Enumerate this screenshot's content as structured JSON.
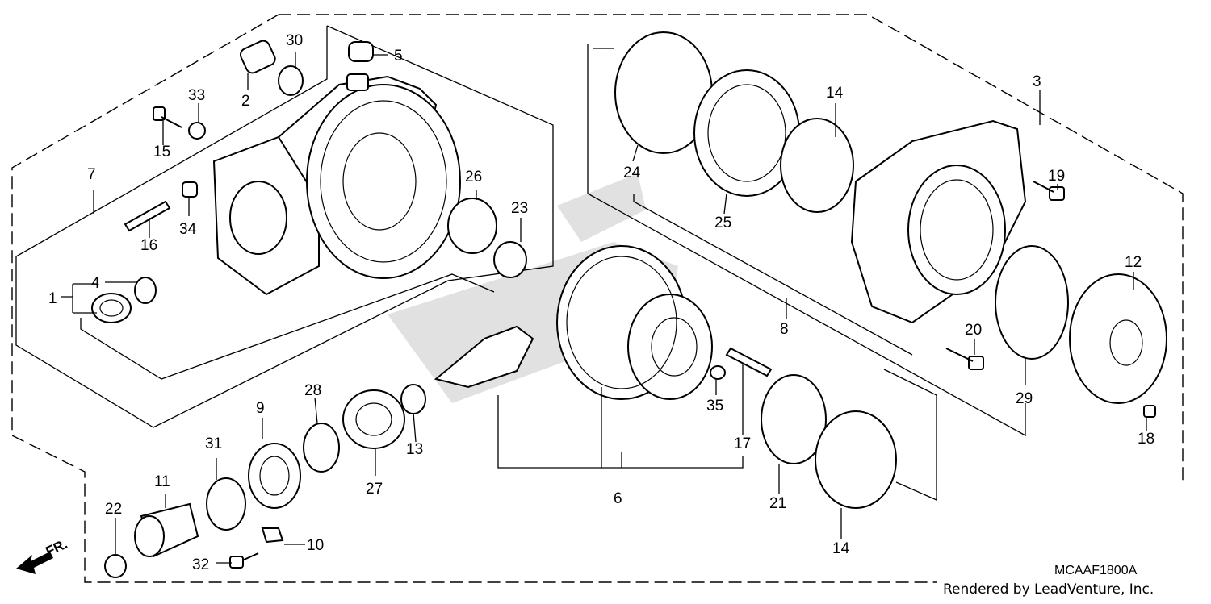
{
  "diagram": {
    "drawing_code": "MCAAF1800A",
    "credit": "Rendered by LeadVenture, Inc.",
    "front_marker": "FR.",
    "callouts": [
      {
        "id": "c1",
        "num": "1"
      },
      {
        "id": "c2",
        "num": "2"
      },
      {
        "id": "c3",
        "num": "3"
      },
      {
        "id": "c4",
        "num": "4"
      },
      {
        "id": "c5",
        "num": "5"
      },
      {
        "id": "c6",
        "num": "6"
      },
      {
        "id": "c7",
        "num": "7"
      },
      {
        "id": "c8",
        "num": "8"
      },
      {
        "id": "c9",
        "num": "9"
      },
      {
        "id": "c10",
        "num": "10"
      },
      {
        "id": "c11",
        "num": "11"
      },
      {
        "id": "c12",
        "num": "12"
      },
      {
        "id": "c13",
        "num": "13"
      },
      {
        "id": "c14a",
        "num": "14"
      },
      {
        "id": "c14b",
        "num": "14"
      },
      {
        "id": "c14c",
        "num": "14"
      },
      {
        "id": "c15",
        "num": "15"
      },
      {
        "id": "c16",
        "num": "16"
      },
      {
        "id": "c17",
        "num": "17"
      },
      {
        "id": "c18",
        "num": "18"
      },
      {
        "id": "c19",
        "num": "19"
      },
      {
        "id": "c20",
        "num": "20"
      },
      {
        "id": "c21",
        "num": "21"
      },
      {
        "id": "c22",
        "num": "22"
      },
      {
        "id": "c23",
        "num": "23"
      },
      {
        "id": "c24",
        "num": "24"
      },
      {
        "id": "c25",
        "num": "25"
      },
      {
        "id": "c26",
        "num": "26"
      },
      {
        "id": "c27",
        "num": "27"
      },
      {
        "id": "c28",
        "num": "28"
      },
      {
        "id": "c29",
        "num": "29"
      },
      {
        "id": "c30",
        "num": "30"
      },
      {
        "id": "c31",
        "num": "31"
      },
      {
        "id": "c32",
        "num": "32"
      },
      {
        "id": "c33",
        "num": "33"
      },
      {
        "id": "c34",
        "num": "34"
      },
      {
        "id": "c35",
        "num": "35"
      }
    ]
  }
}
